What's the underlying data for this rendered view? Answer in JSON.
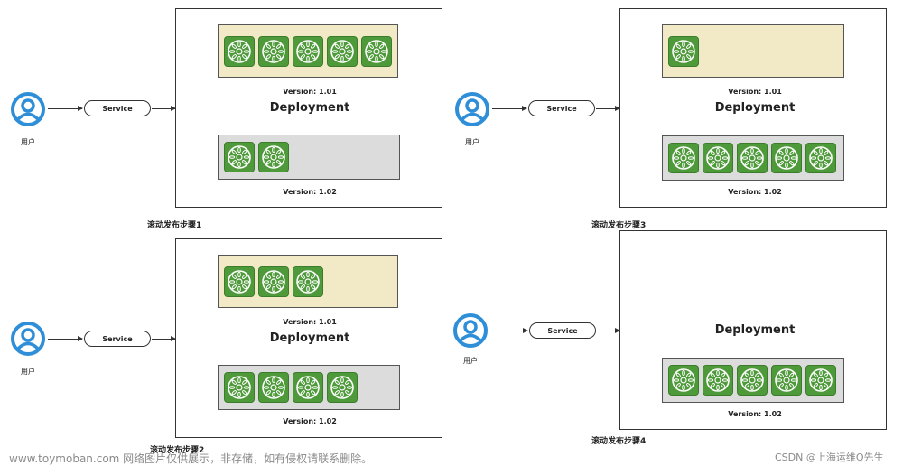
{
  "colors": {
    "user_blue": "#2e8fd8",
    "pod_green": "#4e9a3a",
    "v101_pool": "#f2eac6",
    "v102_pool": "#dcdcdc"
  },
  "icons": {
    "user": "user-icon",
    "pod": "pod-icon"
  },
  "panels": [
    {
      "step_label": "滚动发布步骤1",
      "user_label": "用户",
      "service_label": "Service",
      "deployment_label": "Deployment",
      "v101_label": "Version: 1.01",
      "v102_label": "Version: 1.02",
      "v101_pods": 5,
      "v102_pods": 2
    },
    {
      "step_label": "滚动发布步骤2",
      "user_label": "用户",
      "service_label": "Service",
      "deployment_label": "Deployment",
      "v101_label": "Version: 1.01",
      "v102_label": "Version: 1.02",
      "v101_pods": 3,
      "v102_pods": 4
    },
    {
      "step_label": "滚动发布步骤3",
      "user_label": "用户",
      "service_label": "Service",
      "deployment_label": "Deployment",
      "v101_label": "Version: 1.01",
      "v102_label": "Version: 1.02",
      "v101_pods": 1,
      "v102_pods": 5
    },
    {
      "step_label": "滚动发布步骤4",
      "user_label": "用户",
      "service_label": "Service",
      "deployment_label": "Deployment",
      "v102_label": "Version: 1.02",
      "v102_pods": 5
    }
  ],
  "watermark_left": "www.toymoban.com 网络图片仅供展示，非存储，如有侵权请联系删除。",
  "watermark_right": "CSDN @上海运维Q先生"
}
